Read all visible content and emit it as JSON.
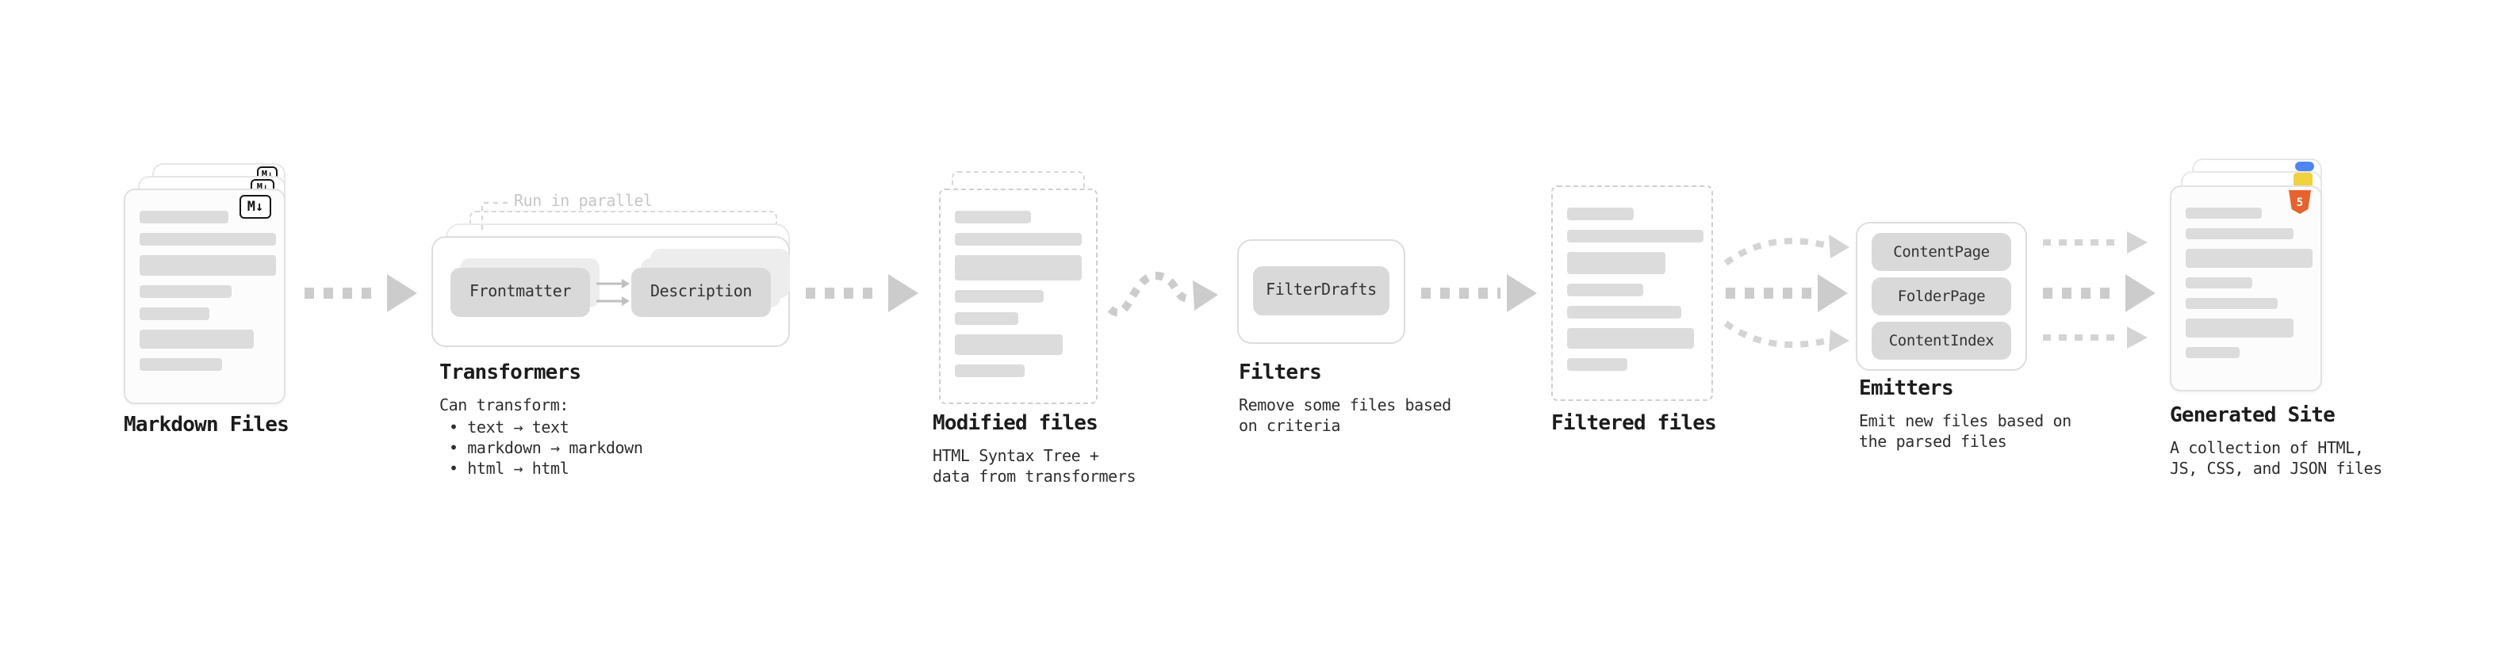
{
  "diagram": {
    "stages": {
      "markdown_files": {
        "label": "Markdown Files",
        "badge": "M↓"
      },
      "transformers": {
        "label": "Transformers",
        "callout": "Run in parallel",
        "nodes": [
          "Frontmatter",
          "Description"
        ],
        "desc_title": "Can transform:",
        "bullets": [
          "• text → text",
          "• markdown → markdown",
          "• html → html"
        ]
      },
      "modified_files": {
        "label": "Modified files",
        "desc": "HTML Syntax Tree +\ndata from transformers"
      },
      "filters": {
        "label": "Filters",
        "nodes": [
          "FilterDrafts"
        ],
        "desc": "Remove some files based\non criteria"
      },
      "filtered_files": {
        "label": "Filtered files"
      },
      "emitters": {
        "label": "Emitters",
        "nodes": [
          "ContentPage",
          "FolderPage",
          "ContentIndex"
        ],
        "desc": "Emit new files based on\nthe parsed files"
      },
      "generated_site": {
        "label": "Generated Site",
        "html5_badge": "5",
        "desc": "A collection of HTML,\nJS, CSS, and JSON files"
      }
    },
    "colors": {
      "arrow": "#cccccc",
      "skeleton_bar": "#dcdcdc",
      "node_bg": "#d9d9d9",
      "html5_orange": "#e8622c",
      "js_yellow": "#f0d23c",
      "css_blue": "#4f86f7"
    }
  }
}
